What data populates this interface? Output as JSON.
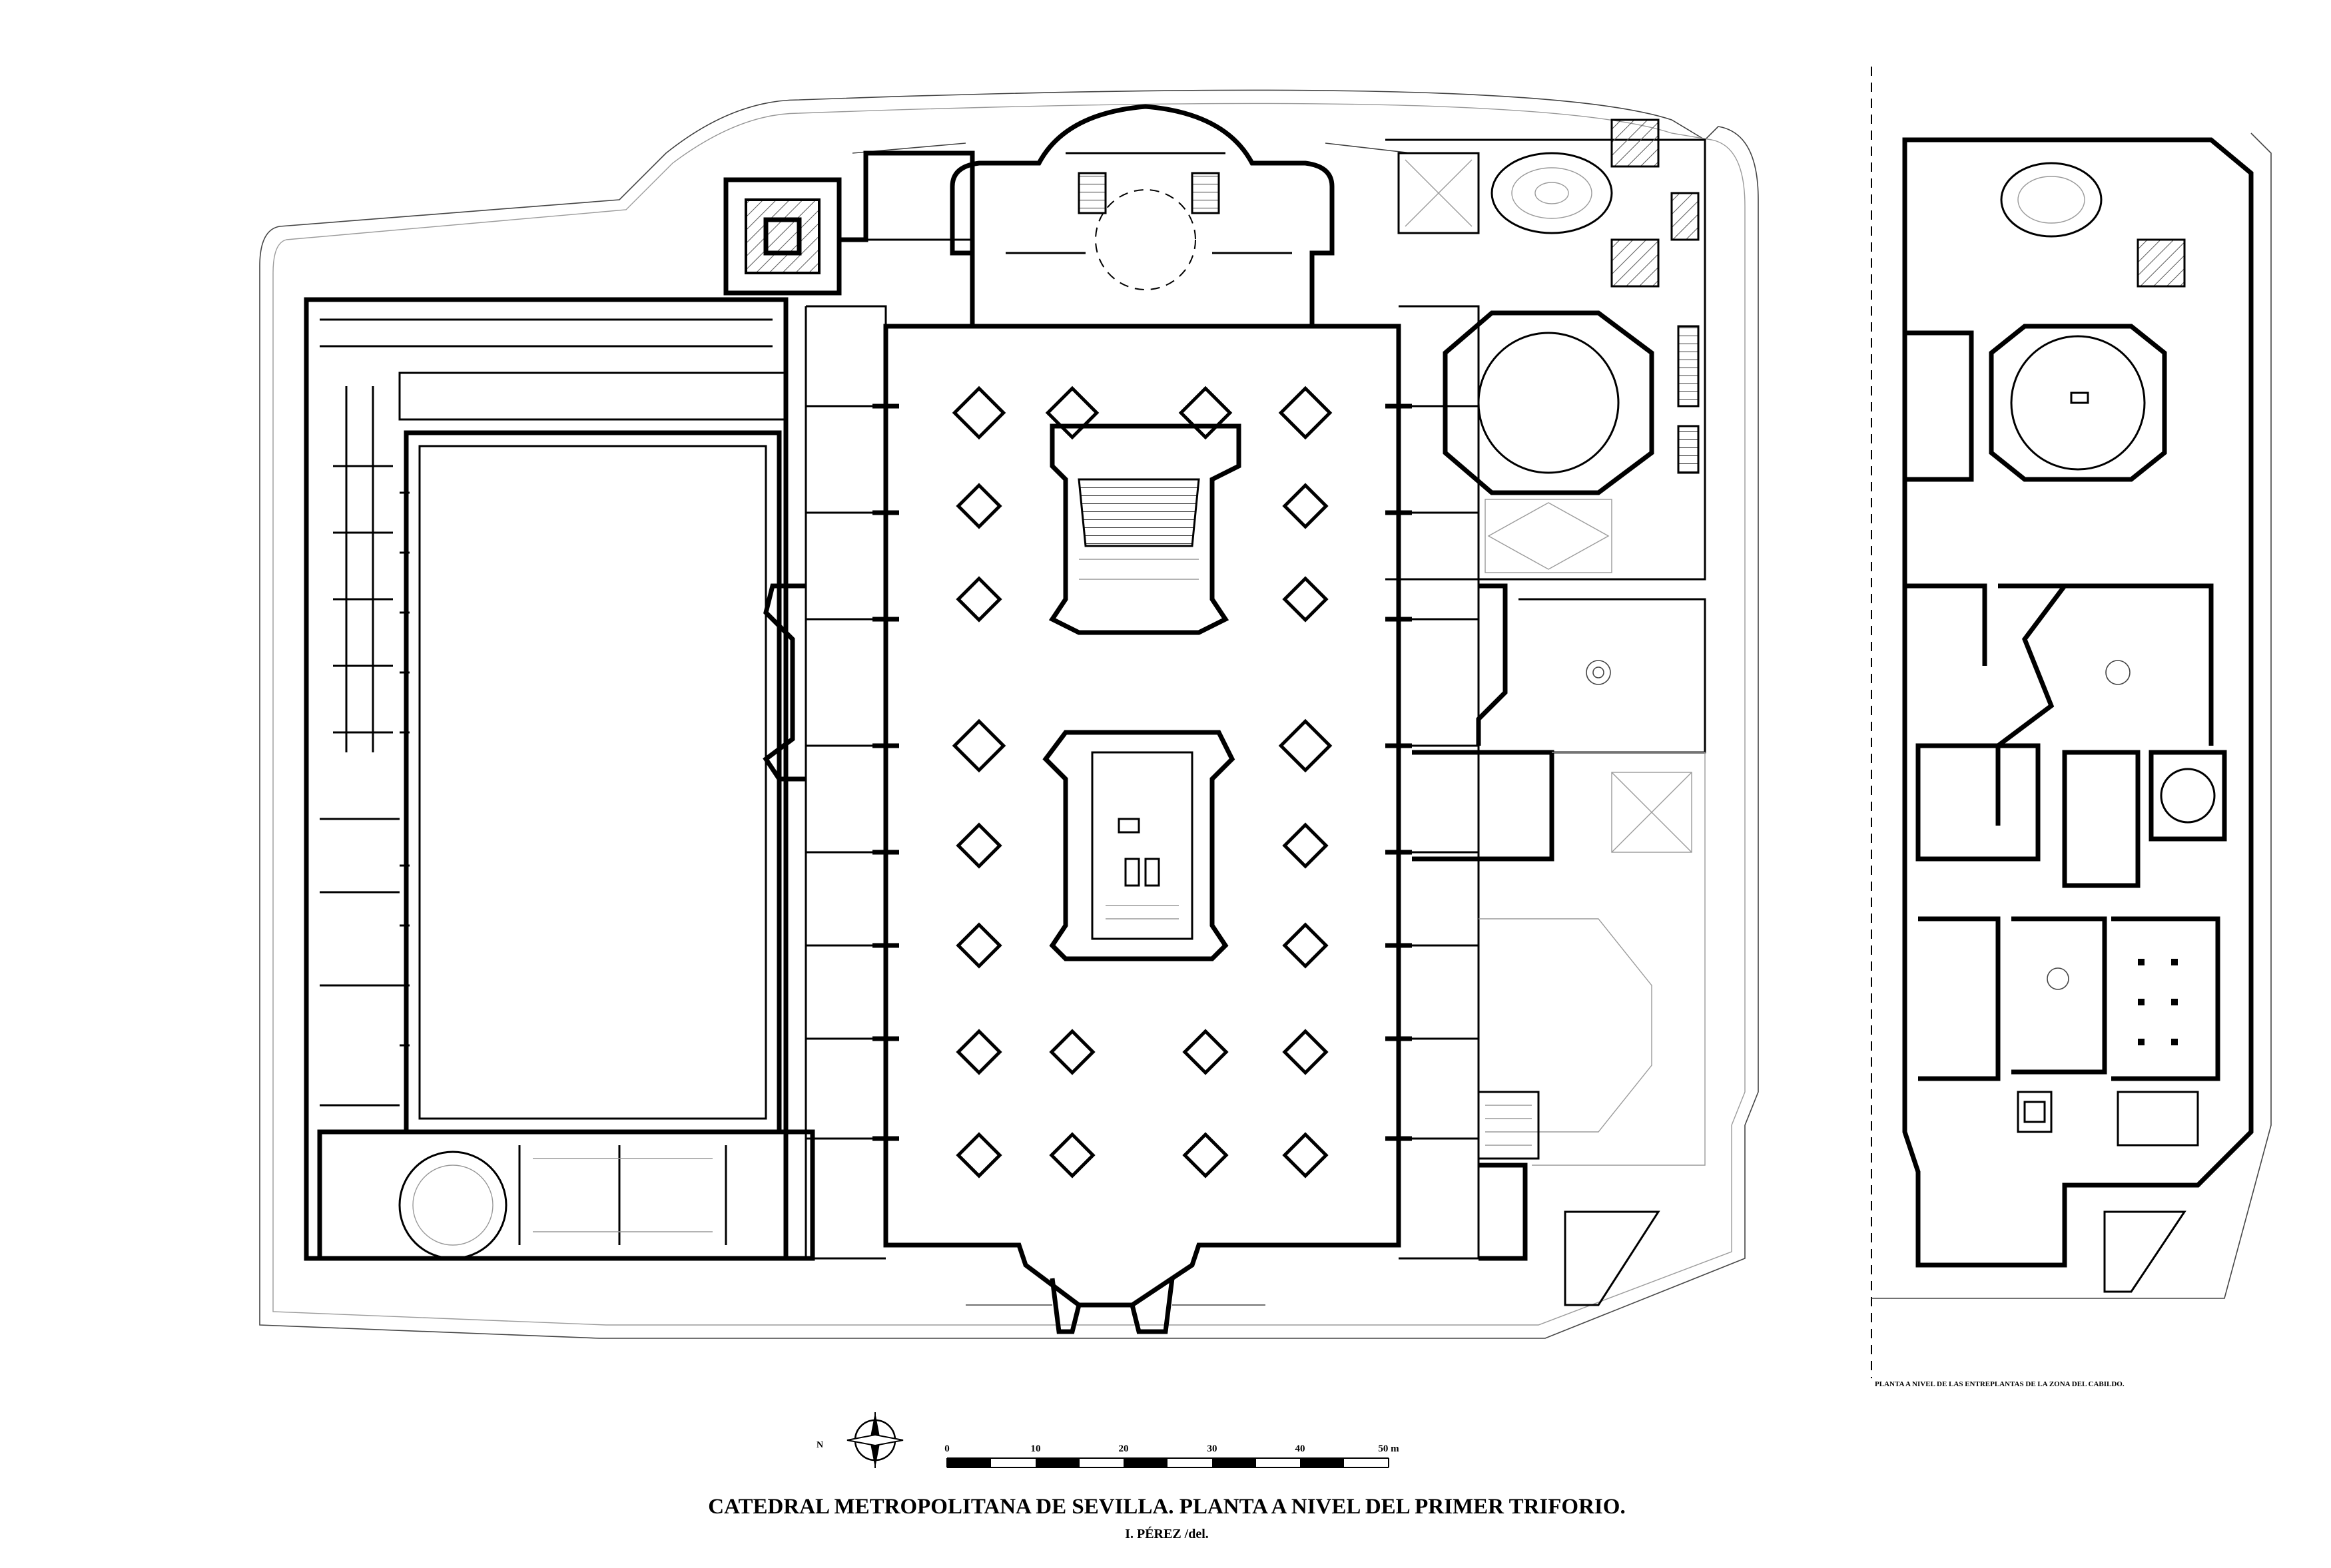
{
  "drawing": {
    "title": "CATEDRAL METROPOLITANA DE SEVILLA. PLANTA A NIVEL DEL PRIMER TRIFORIO.",
    "author": "I. PÉREZ /del.",
    "side_plan_caption": "PLANTA A NIVEL DE LAS ENTREPLANTAS DE LA ZONA DEL CABILDO.",
    "north_label": "N",
    "scale_bar": {
      "labels": [
        "0",
        "10",
        "20",
        "30",
        "40",
        "50 m"
      ],
      "values_m": [
        0,
        10,
        20,
        30,
        40,
        50
      ]
    }
  },
  "icons": {
    "north_arrow": "compass-rose-icon",
    "scale": "scale-bar-icon"
  },
  "colors": {
    "ink": "#000000",
    "paper": "#ffffff",
    "hatch": "#9a9a9a"
  }
}
